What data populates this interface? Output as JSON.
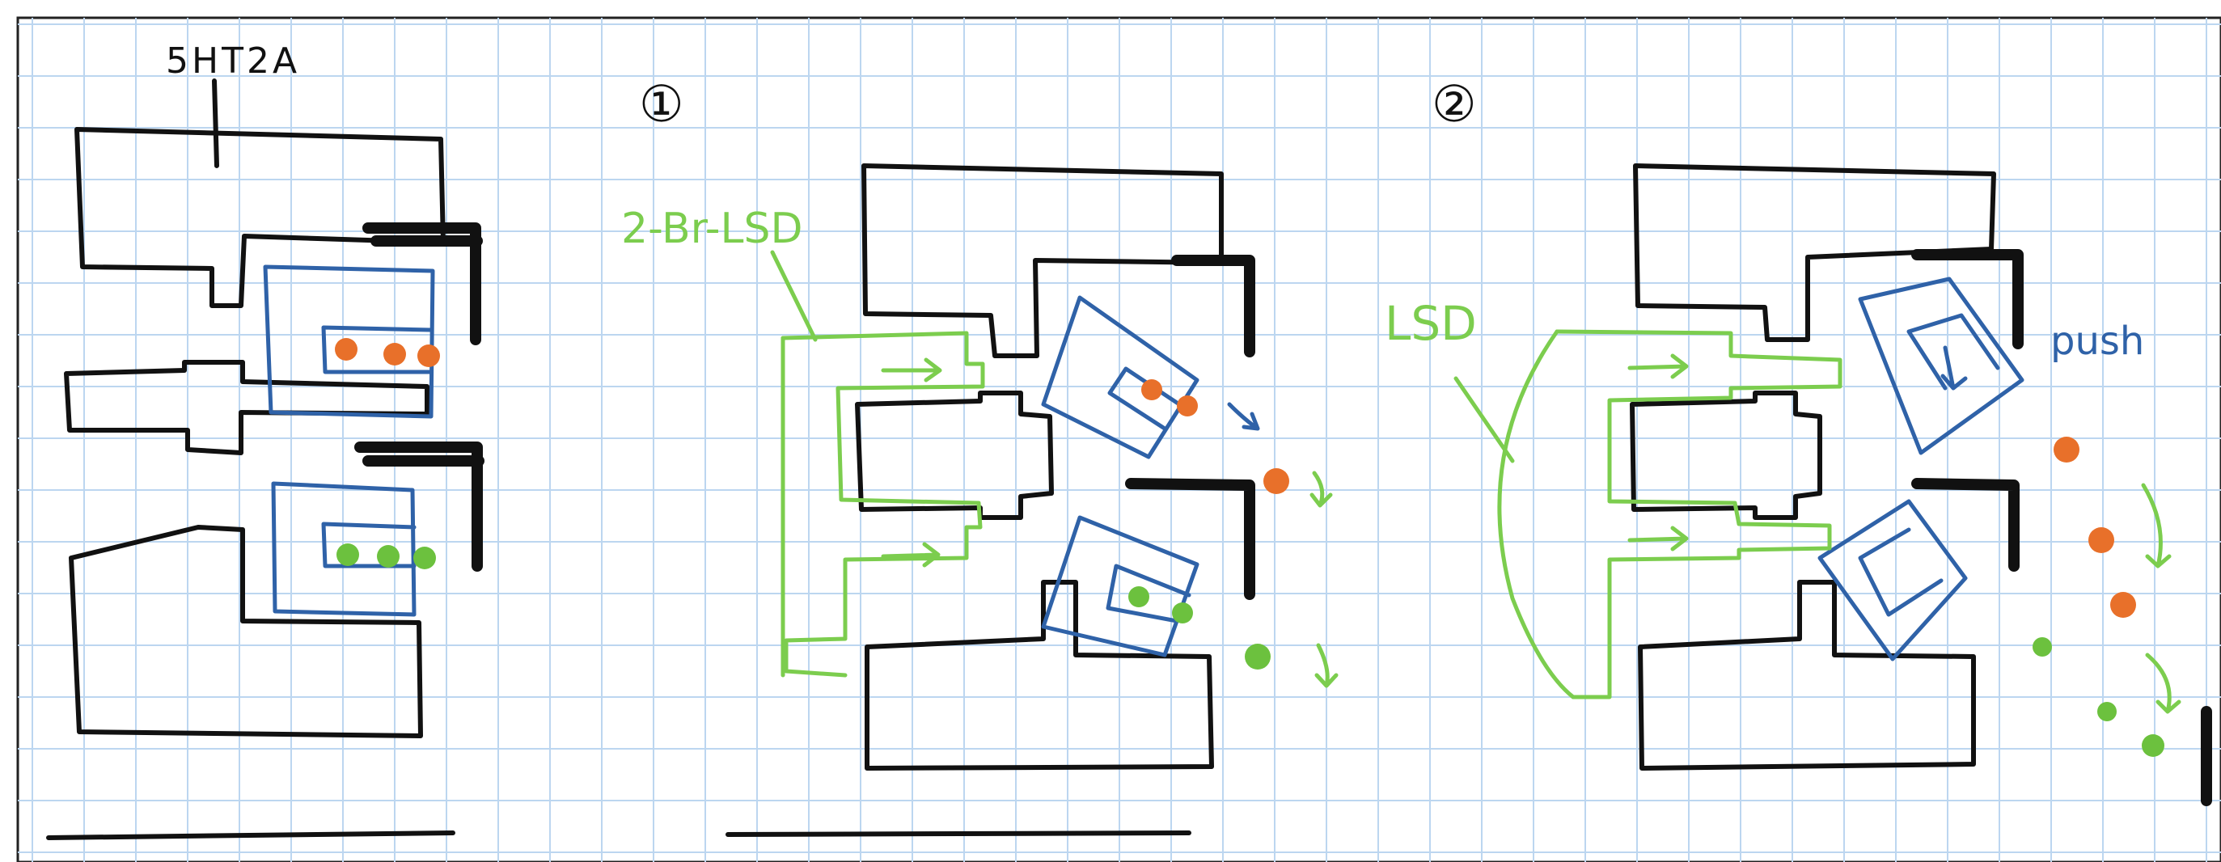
{
  "colors": {
    "outline": "#111111",
    "receptor_pocket": "#2f62a8",
    "ligand_green": "#7ccd4e",
    "dot_orange": "#e8702a",
    "dot_green": "#6cc13e",
    "grid": "#bcd6f0",
    "background": "#ffffff"
  },
  "labels": {
    "receptor": "5HT2A",
    "step_one": "①",
    "step_two": "②",
    "ligand_one": "2-Br-LSD",
    "ligand_two": "LSD",
    "action": "push"
  }
}
